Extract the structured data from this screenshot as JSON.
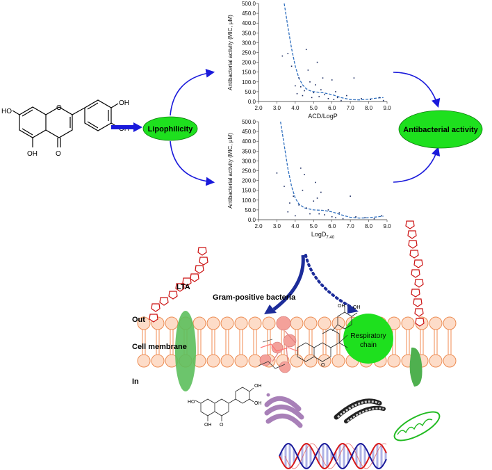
{
  "molecule": {
    "labels": [
      "OH",
      "OH",
      "HO",
      "OH",
      "O",
      "O"
    ]
  },
  "nodes": {
    "lipophilicity": "Lipophilicity",
    "antibacterial": "Antibacterial activity"
  },
  "chart_data": [
    {
      "type": "scatter",
      "xlabel": "ACD/LogP",
      "ylabel": "Antibacterial activity (MIC, μM)",
      "xlim": [
        2.0,
        9.0
      ],
      "ylim": [
        0,
        500
      ],
      "xticks": [
        "2.0",
        "3.0",
        "4.0",
        "5.0",
        "6.0",
        "7.0",
        "8.0",
        "9.0"
      ],
      "yticks": [
        "0.0",
        "50.0",
        "100.0",
        "150.0",
        "200.0",
        "250.0",
        "300.0",
        "350.0",
        "400.0",
        "450.0",
        "500.0"
      ],
      "points": [
        [
          3.3,
          232
        ],
        [
          3.6,
          245
        ],
        [
          3.8,
          180
        ],
        [
          4.0,
          80
        ],
        [
          4.1,
          40
        ],
        [
          4.2,
          120
        ],
        [
          4.3,
          75
        ],
        [
          4.4,
          30
        ],
        [
          4.5,
          55
        ],
        [
          4.6,
          265
        ],
        [
          4.7,
          160
        ],
        [
          4.8,
          100
        ],
        [
          4.9,
          20
        ],
        [
          5.0,
          45
        ],
        [
          5.1,
          85
        ],
        [
          5.2,
          200
        ],
        [
          5.3,
          25
        ],
        [
          5.4,
          60
        ],
        [
          5.5,
          120
        ],
        [
          5.6,
          35
        ],
        [
          5.8,
          15
        ],
        [
          6.0,
          110
        ],
        [
          6.1,
          10
        ],
        [
          6.2,
          50
        ],
        [
          6.3,
          20
        ],
        [
          6.5,
          5
        ],
        [
          6.8,
          30
        ],
        [
          7.2,
          120
        ],
        [
          7.6,
          15
        ],
        [
          8.1,
          10
        ],
        [
          8.6,
          20
        ],
        [
          8.8,
          5
        ]
      ],
      "trend": [
        [
          3.4,
          500
        ],
        [
          3.6,
          380
        ],
        [
          3.8,
          270
        ],
        [
          4.0,
          180
        ],
        [
          4.2,
          120
        ],
        [
          4.4,
          85
        ],
        [
          4.6,
          65
        ],
        [
          4.8,
          55
        ],
        [
          5.0,
          50
        ],
        [
          5.5,
          45
        ],
        [
          6.0,
          35
        ],
        [
          6.5,
          20
        ],
        [
          7.0,
          10
        ],
        [
          7.5,
          8
        ],
        [
          8.0,
          12
        ],
        [
          8.5,
          18
        ],
        [
          8.8,
          20
        ]
      ]
    },
    {
      "type": "scatter",
      "xlabel": "LogD",
      "xlabel_sub": "7.40",
      "ylabel": "Antibacterial activity (MIC, μM)",
      "xlim": [
        2.0,
        9.0
      ],
      "ylim": [
        0,
        500
      ],
      "xticks": [
        "2.0",
        "3.0",
        "4.0",
        "5.0",
        "6.0",
        "7.0",
        "8.0",
        "9.0"
      ],
      "yticks": [
        "0.0",
        "50.0",
        "100.0",
        "150.0",
        "200.0",
        "250.0",
        "300.0",
        "350.0",
        "400.0",
        "450.0",
        "500.0"
      ],
      "points": [
        [
          3.0,
          238
        ],
        [
          3.4,
          170
        ],
        [
          3.6,
          40
        ],
        [
          3.7,
          85
        ],
        [
          3.9,
          120
        ],
        [
          4.0,
          20
        ],
        [
          4.2,
          75
        ],
        [
          4.3,
          263
        ],
        [
          4.4,
          150
        ],
        [
          4.5,
          230
        ],
        [
          4.6,
          60
        ],
        [
          4.8,
          30
        ],
        [
          5.0,
          95
        ],
        [
          5.1,
          190
        ],
        [
          5.2,
          110
        ],
        [
          5.3,
          30
        ],
        [
          5.4,
          140
        ],
        [
          5.6,
          25
        ],
        [
          5.8,
          50
        ],
        [
          6.0,
          15
        ],
        [
          6.2,
          10
        ],
        [
          6.4,
          35
        ],
        [
          6.6,
          5
        ],
        [
          7.0,
          120
        ],
        [
          7.3,
          15
        ],
        [
          7.8,
          10
        ],
        [
          8.3,
          5
        ],
        [
          8.7,
          20
        ]
      ],
      "trend": [
        [
          3.2,
          500
        ],
        [
          3.4,
          380
        ],
        [
          3.6,
          260
        ],
        [
          3.8,
          170
        ],
        [
          4.0,
          110
        ],
        [
          4.2,
          80
        ],
        [
          4.5,
          60
        ],
        [
          5.0,
          50
        ],
        [
          5.5,
          48
        ],
        [
          6.0,
          40
        ],
        [
          6.5,
          25
        ],
        [
          7.0,
          12
        ],
        [
          7.5,
          8
        ],
        [
          8.0,
          10
        ],
        [
          8.5,
          15
        ],
        [
          8.8,
          18
        ]
      ]
    }
  ],
  "bacteria": {
    "lta": "LTA",
    "title": "Gram-positive bacteria",
    "out": "Out",
    "membrane": "Cell membrane",
    "in": "In",
    "respiratory": [
      "Respiratory",
      "chain"
    ]
  }
}
